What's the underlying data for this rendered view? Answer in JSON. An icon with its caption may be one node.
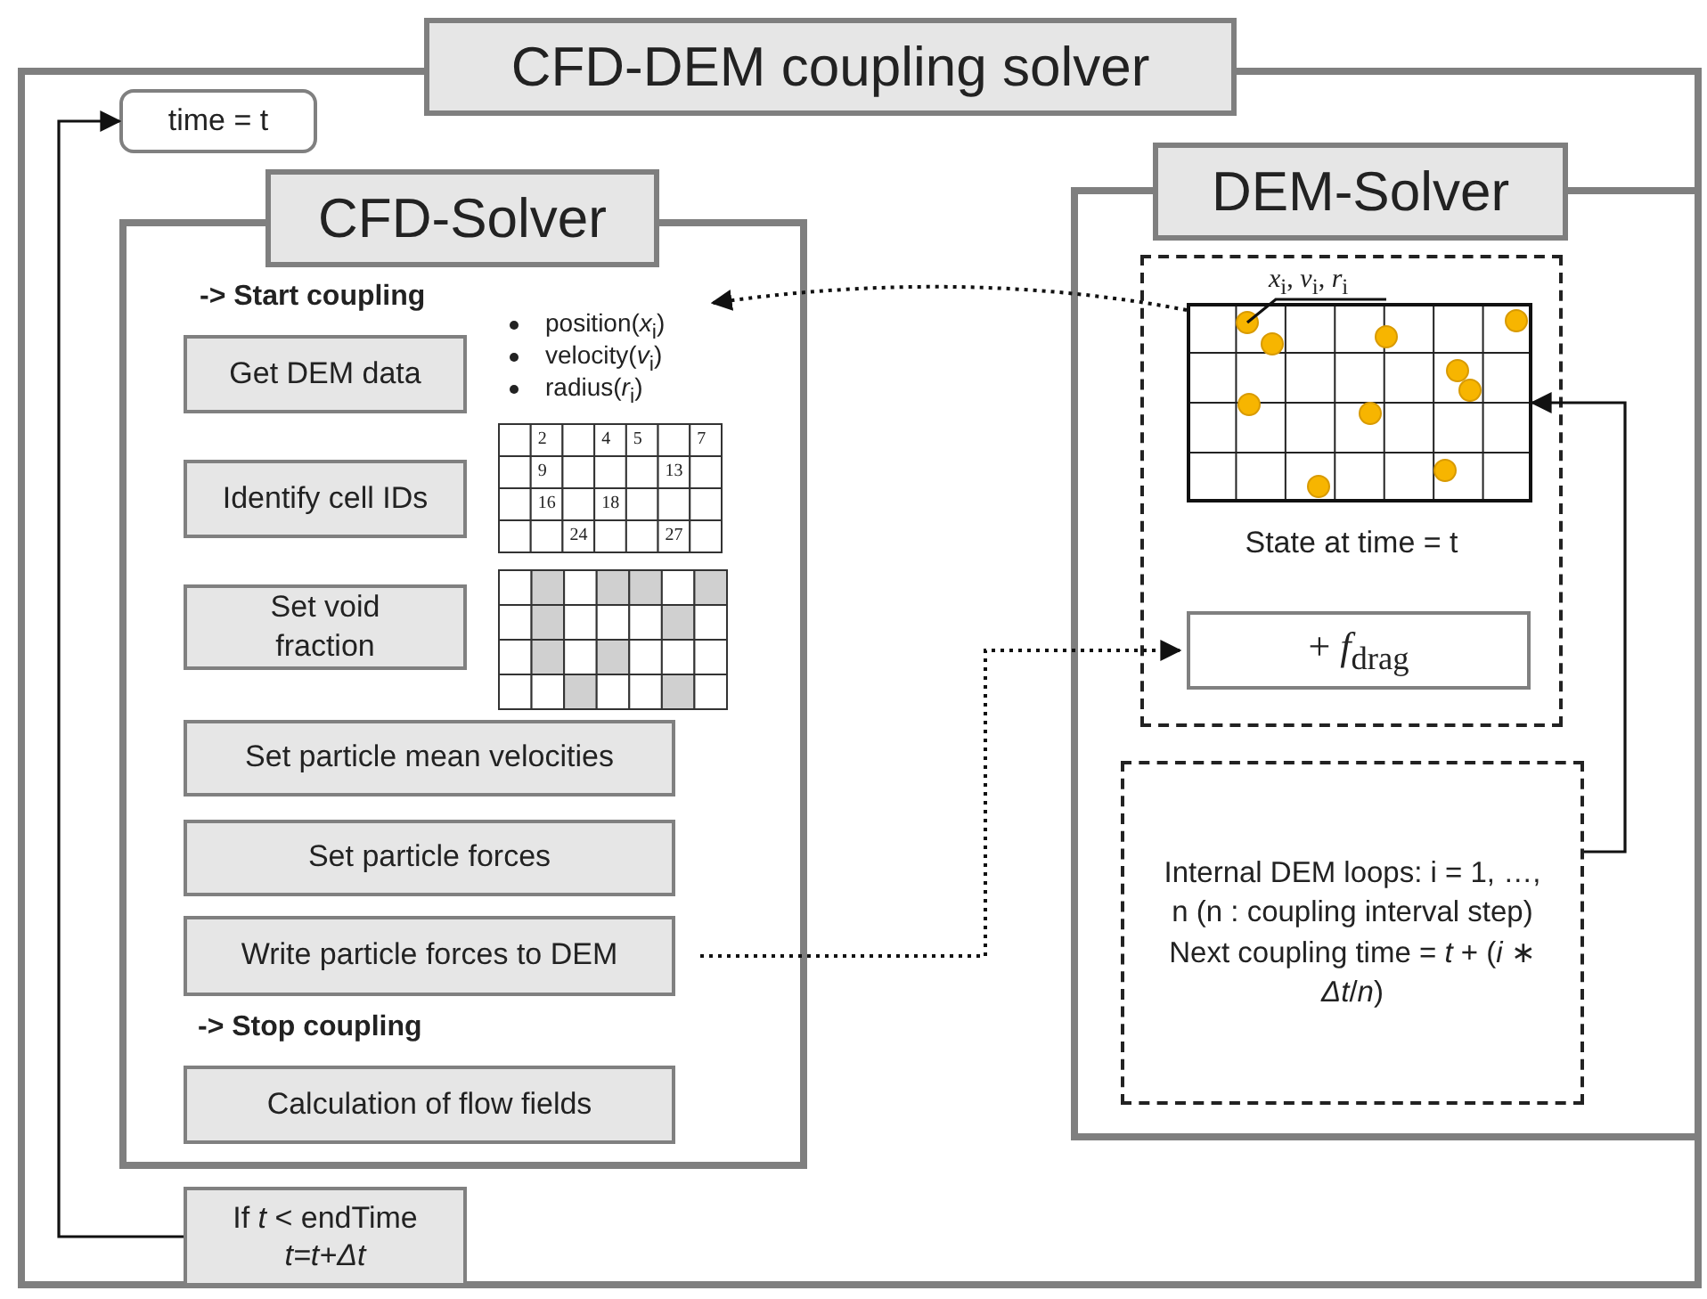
{
  "diagram": {
    "nodes": [
      {
        "text": [
          "CFD-DEM coupling solver"
        ]
      },
      {
        "text": [
          "time = t"
        ],
        "in": 0
      },
      {
        "text": [
          "CFD-Solver"
        ],
        "in": 0
      },
      {
        "text": [
          "Get DEM data"
        ],
        "in": 2
      },
      {
        "text": [
          "Identify cell IDs"
        ],
        "in": 2
      },
      {
        "text": [
          "Set void fraction"
        ],
        "in": 2
      },
      {
        "text": [
          "Set particle mean velocities"
        ],
        "in": 2
      },
      {
        "text": [
          "Set particle forces"
        ],
        "in": 2
      },
      {
        "text": [
          "Write particle forces to DEM"
        ],
        "in": 2
      },
      {
        "text": [
          "Calculation of flow fields"
        ],
        "in": 2
      },
      {
        "text": [
          "If *t* < endTime *t=t+Δt*"
        ],
        "in": 0
      },
      {
        "text": [
          "DEM-Solver"
        ],
        "in": 0
      },
      {
        "text": [
          "State at time = t"
        ],
        "in": 11
      },
      {
        "text": [],
        "shape": "picture",
        "in": 12
      },
      {
        "text": [
          "*x*$_{i}$, *v*$_{i}$, *r*$_{i}$"
        ],
        "in": 12
      },
      {
        "text": [
          "+ *f*$_{drag}$"
        ],
        "in": 12
      },
      {
        "text": [
          "Internal DEM loops: i = 1, …, n (n : coupling interval step) Next coupling time = *t* + (*i* ∗ *Δt*/*n*)"
        ],
        "in": 11
      }
    ],
    "edges": [
      {
        "from": 10,
        "to": 1,
        "arrow": "to"
      },
      {
        "from": 13,
        "to": null,
        "arrow": "to",
        "style": "dashed"
      },
      {
        "from": 8,
        "to": 15,
        "arrow": "to",
        "style": "dashed"
      },
      {
        "from": 16,
        "to": 13,
        "arrow": "to"
      },
      {
        "from": 14,
        "to": 13,
        "arrow": "none"
      }
    ],
    "labels": [
      "-> Start coupling",
      "position(*x*$_{i}$)",
      "velocity(*v*$_{i}$)",
      "radius(*r*$_{i}$)",
      "2",
      "4",
      "5",
      "7",
      "9",
      "13",
      "16",
      "18",
      "24",
      "27",
      "-> Stop coupling"
    ]
  }
}
